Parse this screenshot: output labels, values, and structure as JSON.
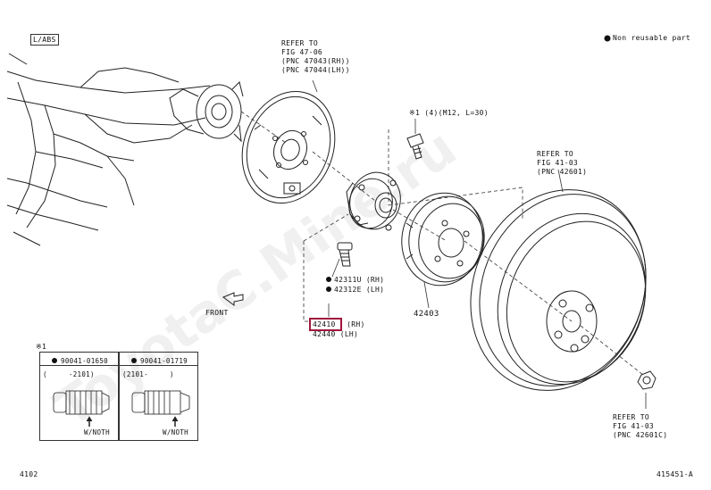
{
  "header": {
    "variant_tag": "L/ABS",
    "legend": "Non reusable part"
  },
  "callouts": {
    "backing_plate": [
      "REFER TO",
      "FIG 47-06",
      "(PNC 47043(RH))",
      "(PNC 47044(LH))"
    ],
    "bolt_note": "※1 (4)(M12, L=30)",
    "wheel_top": [
      "REFER TO",
      "FIG 41-03",
      "(PNC 42601)"
    ],
    "wheel_nut": [
      "REFER TO",
      "FIG 41-03",
      "(PNC 42601C)"
    ],
    "front_label": "FRONT"
  },
  "parts": {
    "hub_bolt_rh": "42311U (RH)",
    "hub_bolt_lh": "42312E (LH)",
    "hub_rh_number": "42410",
    "hub_rh_suffix": " (RH)",
    "hub_lh": "42440 (LH)",
    "drum": "42403"
  },
  "bolt_table": {
    "title": "※1",
    "col1_part": "90041-01650",
    "col1_range": "(     -2101)",
    "col1_note": "W/NOTH",
    "col2_part": "90041-01719",
    "col2_range": "(2101-     )",
    "col2_note": "W/NOTH"
  },
  "watermark": "ToyotaC.Mine.ru",
  "footer": {
    "left_code": "4102",
    "right_code": "415451-A"
  }
}
